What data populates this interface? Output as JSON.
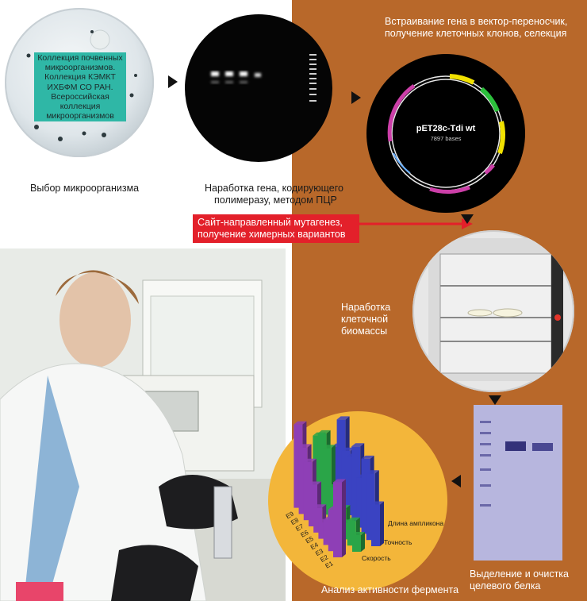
{
  "step1": {
    "label_lines": [
      "Коллекция почвенных",
      "микроорганизмов.",
      "Коллекция КЭМКТ",
      "ИХБФМ СО РАН.",
      "Всероссийская",
      "коллекция",
      "микроорганизмов"
    ],
    "caption": "Выбор микроорганизма"
  },
  "step2": {
    "caption_lines": [
      "Наработка гена, кодирующего",
      "полимеразу, методом ПЦР"
    ]
  },
  "step3": {
    "caption_lines": [
      "Встраивание гена в вектор-переносчик,",
      "получение клеточных клонов, селекция"
    ],
    "plasmid_name": "pET28c-Tdi wt",
    "plasmid_size": "7897 bases"
  },
  "mutagenesis": {
    "label_lines": [
      "Сайт-направленный мутагенез,",
      "получение химерных вариантов"
    ]
  },
  "step4": {
    "caption_lines": [
      "Наработка",
      "клеточной",
      "биомассы"
    ]
  },
  "step5": {
    "caption_lines": [
      "Выделение и очистка",
      "целевого белка"
    ]
  },
  "step6": {
    "caption": "Анализ активности фермента"
  },
  "chart_data": {
    "type": "bar",
    "categories": [
      "E1",
      "E2",
      "E3",
      "E4",
      "E5",
      "E6",
      "E7",
      "E8",
      "E9"
    ],
    "series": [
      {
        "name": "Скорость",
        "values": [
          9,
          5,
          3,
          2,
          3,
          5,
          7,
          8,
          10
        ]
      },
      {
        "name": "Точность",
        "values": [
          2,
          3,
          2,
          3,
          3,
          4,
          8,
          9,
          8
        ]
      },
      {
        "name": "Длина ампликона",
        "values": [
          5,
          8,
          9,
          6,
          9,
          7,
          7,
          10,
          6
        ]
      }
    ],
    "colors": {
      "Скорость": "#8e3fb6",
      "Точность": "#2aa548",
      "Длина ампликона": "#3a43c2"
    }
  }
}
